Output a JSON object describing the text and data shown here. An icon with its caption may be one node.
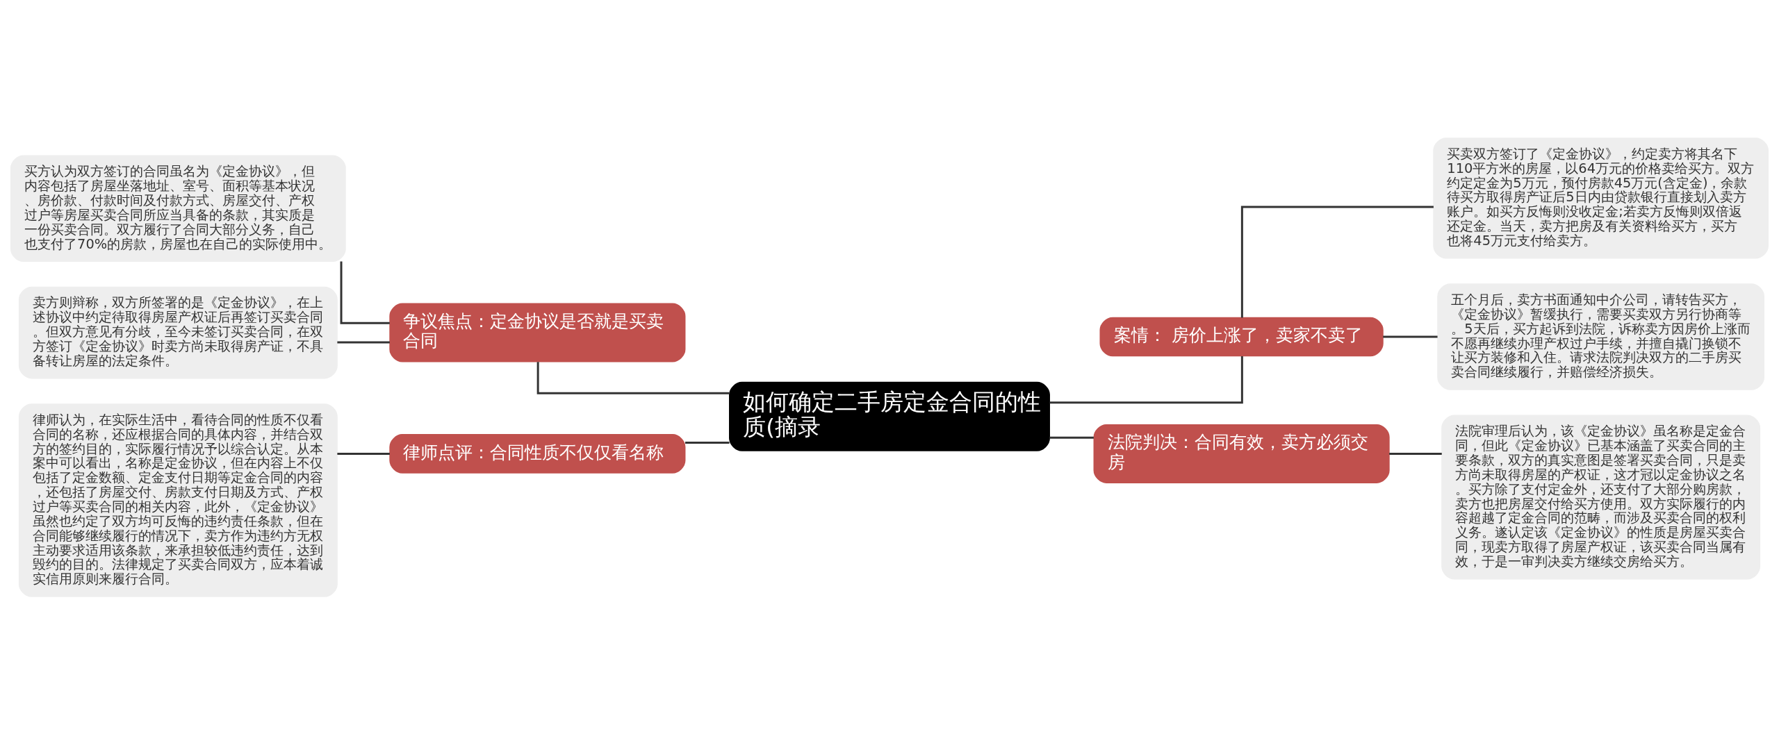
{
  "diagram": {
    "nodes": [
      {
        "text": [
          "如何确定二手房定金合同的性质(摘录"
        ]
      },
      {
        "text": [
          "争议焦点：定金协议是否就是买卖合同"
        ]
      },
      {
        "text": [
          "买方认为双方签订的合同虽名为《定金协议》，但内容包括了房屋坐落地址、室号、面积等基本状况、房价款、付款时间及付款方式、房屋交付、产权过户等房屋买卖合同所应当具备的条款，其实质是一份买卖合同。双方履行了合同大部分义务，自己也支付了70%的房款，房屋也在自己的实际使用中。"
        ]
      },
      {
        "text": [
          "卖方则辩称，双方所签署的是《定金协议》，在上述协议中约定待取得房屋产权证后再签订买卖合同。但双方意见有分歧，至今未签订买卖合同，在双方签订《定金协议》时卖方尚未取得房产证，不具备转让房屋的法定条件。"
        ]
      },
      {
        "text": [
          "律师点评：合同性质不仅仅看名称"
        ]
      },
      {
        "text": [
          "律师认为，在实际生活中，看待合同的性质不仅看合同的名称，还应根据合同的具体内容，并结合双方的签约目的，实际履行情况予以综合认定。从本案中可以看出，名称是定金协议，但在内容上不仅包括了定金数额、定金支付日期等定金合同的内容，还包括了房屋交付、房款支付日期及方式、产权过户等买卖合同的相关内容，此外，《定金协议》虽然也约定了双方均可反悔的违约责任条款，但在合同能够继续履行的情况下，卖方作为违约方无权主动要求适用该条款，来承担较低违约责任，达到毁约的目的。法律规定了买卖合同双方，应本着诚实信用原则来履行合同。"
        ]
      },
      {
        "text": [
          "案情： 房价上涨了，卖家不卖了"
        ]
      },
      {
        "text": [
          "买卖双方签订了《定金协议》，约定卖方将其名下110平方米的房屋，以64万元的价格卖给买方。双方约定定金为5万元，预付房款45万元(含定金)，余款待买方取得房产证后5日内由贷款银行直接划入卖方账户。如买方反悔则没收定金;若卖方反悔则双倍返还定金。当天，卖方把房及有关资料给买方，买方也将45万元支付给卖方。"
        ]
      },
      {
        "text": [
          "五个月后，卖方书面通知中介公司，请转告买方，《定金协议》暂缓执行，需要买卖双方另行协商等。5天后，买方起诉到法院，诉称卖方因房价上涨而不愿再继续办理产权过户手续，并擅自撬门换锁不让买方装修和入住。请求法院判决双方的二手房买卖合同继续履行，并赔偿经济损失。"
        ]
      },
      {
        "text": [
          "法院判决：合同有效，卖方必须交房"
        ]
      },
      {
        "text": [
          "法院审理后认为，该《定金协议》虽名称是定金合同，但此《定金协议》已基本涵盖了买卖合同的主要条款，双方的真实意图是签署买卖合同，只是卖方尚未取得房屋的产权证，这才冠以定金协议之名。买方除了支付定金外，还支付了大部分购房款，卖方也把房屋交付给买方使用。双方实际履行的内容超越了定金合同的范畴，而涉及买卖合同的权利义务。遂认定该《定金协议》的性质是房屋买卖合同，现卖方取得了房屋产权证，该买卖合同当属有效，于是一审判决卖方继续交房给买方。"
        ]
      }
    ],
    "edges": [
      {
        "from": 2,
        "to": 1,
        "arrow": "none"
      },
      {
        "from": 3,
        "to": 1,
        "arrow": "none"
      },
      {
        "from": 1,
        "to": 0,
        "arrow": "none"
      },
      {
        "from": 5,
        "to": 4,
        "arrow": "none"
      },
      {
        "from": 4,
        "to": 0,
        "arrow": "none"
      },
      {
        "from": 0,
        "to": 6,
        "arrow": "none"
      },
      {
        "from": 6,
        "to": 7,
        "arrow": "none"
      },
      {
        "from": 6,
        "to": 8,
        "arrow": "none"
      },
      {
        "from": 0,
        "to": 9,
        "arrow": "none"
      },
      {
        "from": 9,
        "to": 10,
        "arrow": "none"
      }
    ]
  }
}
